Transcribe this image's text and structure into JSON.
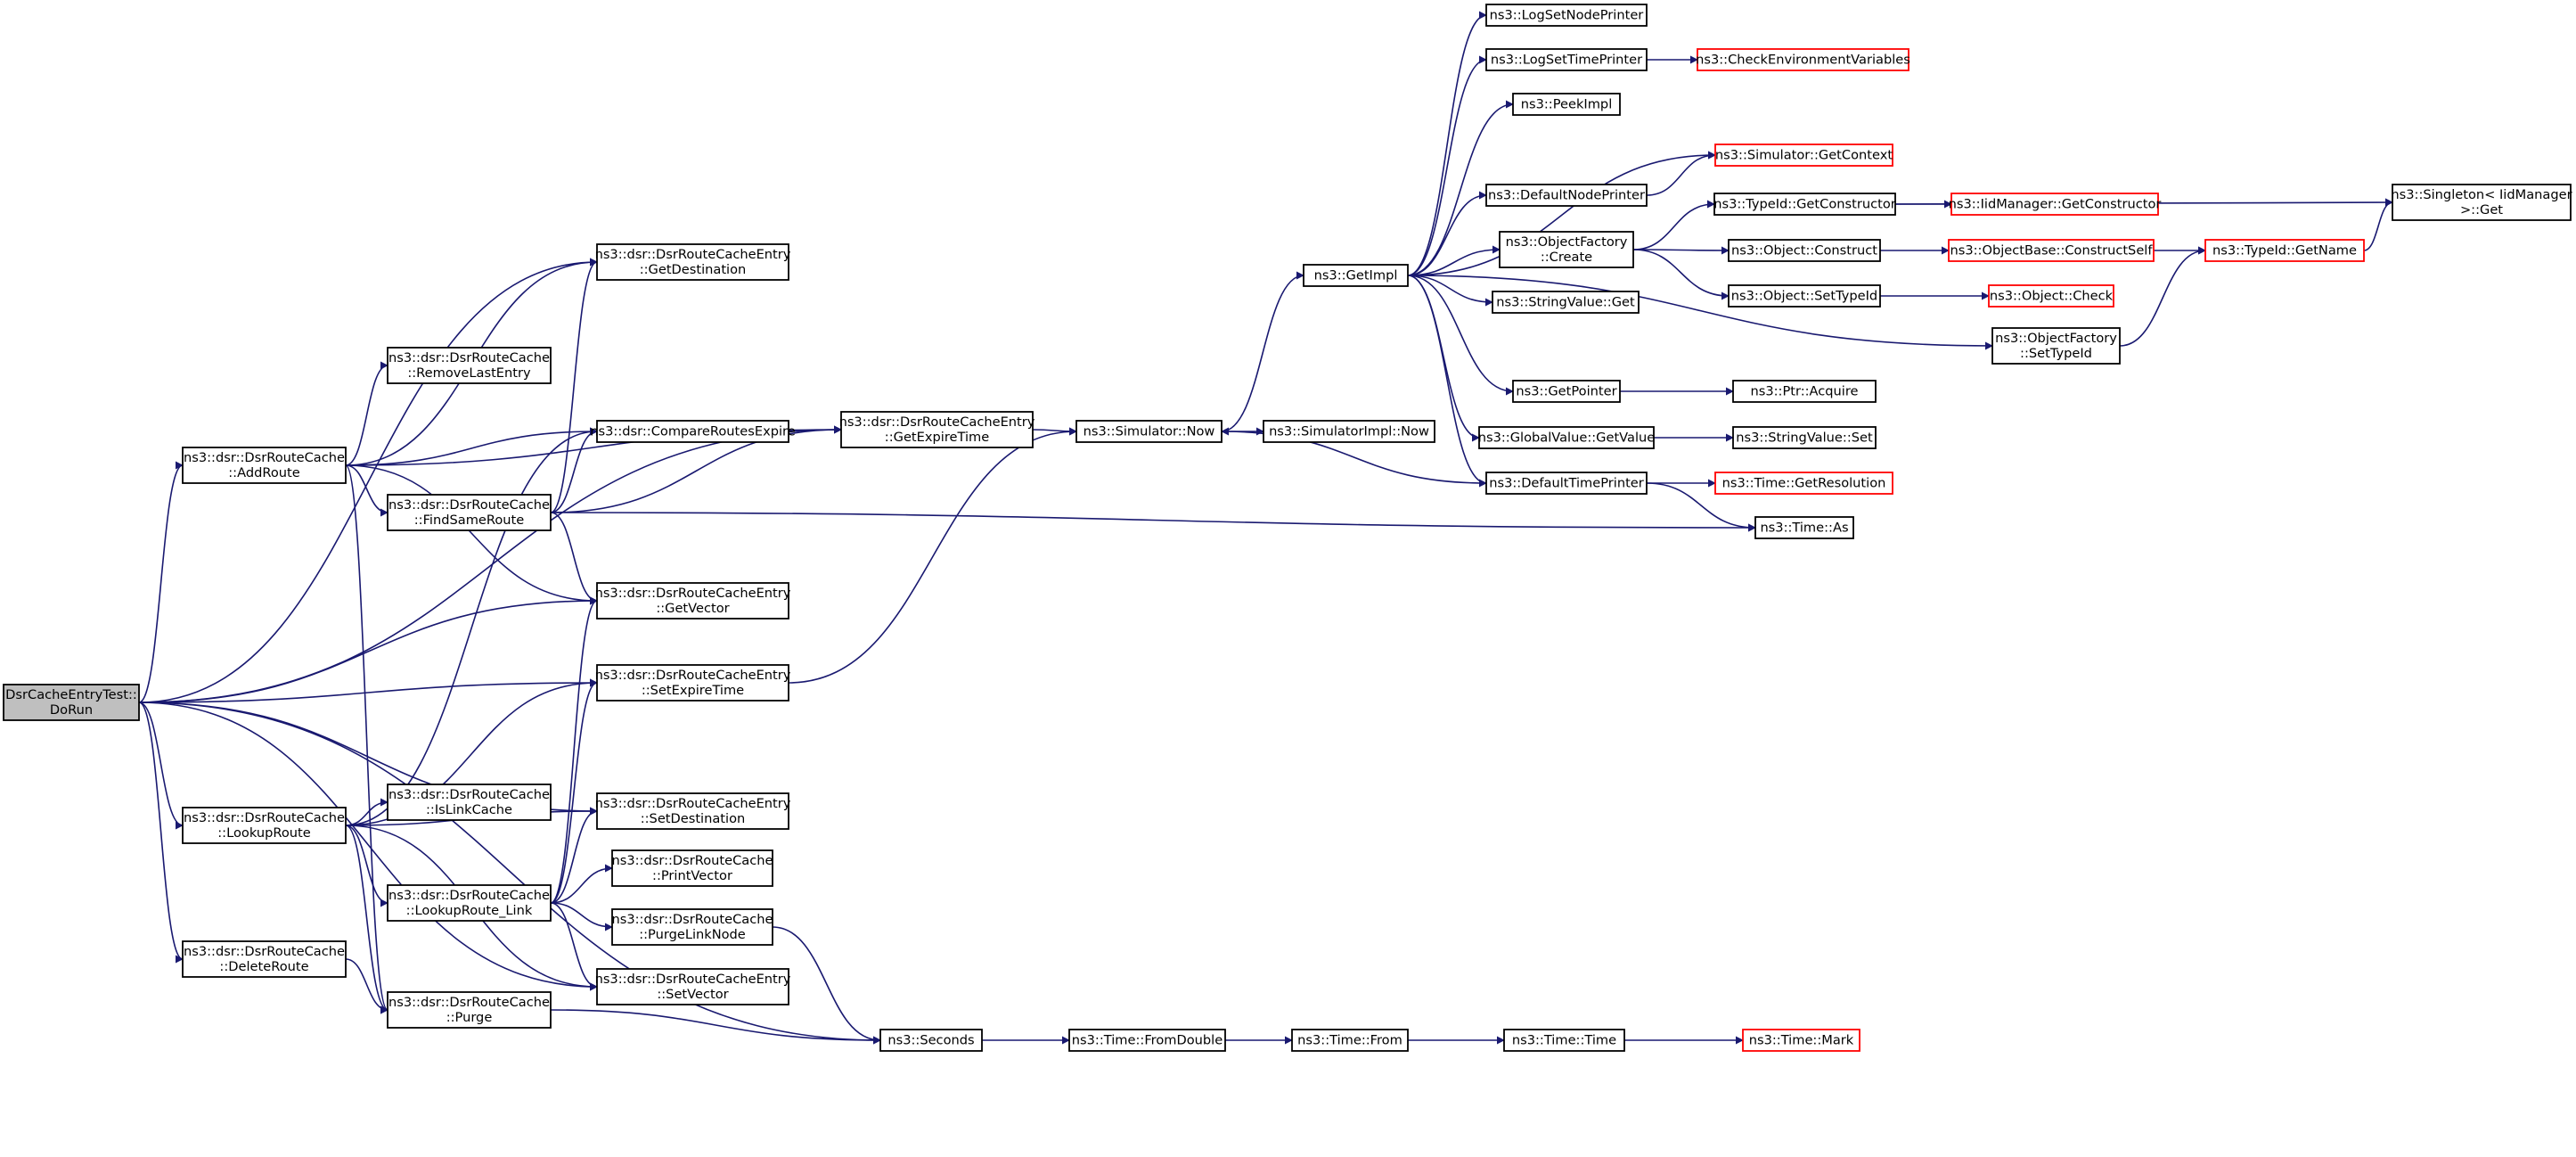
{
  "colors": {
    "edge": "#191970",
    "node_border": "#000000",
    "truncated_node_border": "#ff0000",
    "root_fill": "#bfbfbf"
  },
  "nodes": [
    {
      "id": "dorun",
      "lines": [
        "DsrCacheEntryTest::",
        "DoRun"
      ],
      "root": true
    },
    {
      "id": "addroute",
      "lines": [
        "ns3::dsr::DsrRouteCache",
        "::AddRoute"
      ]
    },
    {
      "id": "lookuproute",
      "lines": [
        "ns3::dsr::DsrRouteCache",
        "::LookupRoute"
      ]
    },
    {
      "id": "deleteroute",
      "lines": [
        "ns3::dsr::DsrRouteCache",
        "::DeleteRoute"
      ]
    },
    {
      "id": "removelastentry",
      "lines": [
        "ns3::dsr::DsrRouteCache",
        "::RemoveLastEntry"
      ]
    },
    {
      "id": "findsameroute",
      "lines": [
        "ns3::dsr::DsrRouteCache",
        "::FindSameRoute"
      ]
    },
    {
      "id": "islinkcache",
      "lines": [
        "ns3::dsr::DsrRouteCache",
        "::IsLinkCache"
      ]
    },
    {
      "id": "lookuproute_link",
      "lines": [
        "ns3::dsr::DsrRouteCache",
        "::LookupRoute_Link"
      ]
    },
    {
      "id": "purge",
      "lines": [
        "ns3::dsr::DsrRouteCache",
        "::Purge"
      ]
    },
    {
      "id": "getdestination",
      "lines": [
        "ns3::dsr::DsrRouteCacheEntry",
        "::GetDestination"
      ]
    },
    {
      "id": "compareroutesexpire",
      "lines": [
        "ns3::dsr::CompareRoutesExpire"
      ]
    },
    {
      "id": "getvector",
      "lines": [
        "ns3::dsr::DsrRouteCacheEntry",
        "::GetVector"
      ]
    },
    {
      "id": "setexpiretime",
      "lines": [
        "ns3::dsr::DsrRouteCacheEntry",
        "::SetExpireTime"
      ]
    },
    {
      "id": "setdestination",
      "lines": [
        "ns3::dsr::DsrRouteCacheEntry",
        "::SetDestination"
      ]
    },
    {
      "id": "printvector",
      "lines": [
        "ns3::dsr::DsrRouteCache",
        "::PrintVector"
      ]
    },
    {
      "id": "purgelinknode",
      "lines": [
        "ns3::dsr::DsrRouteCache",
        "::PurgeLinkNode"
      ]
    },
    {
      "id": "setvector",
      "lines": [
        "ns3::dsr::DsrRouteCacheEntry",
        "::SetVector"
      ]
    },
    {
      "id": "getexpiretime",
      "lines": [
        "ns3::dsr::DsrRouteCacheEntry",
        "::GetExpireTime"
      ]
    },
    {
      "id": "seconds",
      "lines": [
        "ns3::Seconds"
      ]
    },
    {
      "id": "simnow",
      "lines": [
        "ns3::Simulator::Now"
      ]
    },
    {
      "id": "simimplnow",
      "lines": [
        "ns3::SimulatorImpl::Now"
      ]
    },
    {
      "id": "fromdouble",
      "lines": [
        "ns3::Time::FromDouble"
      ]
    },
    {
      "id": "timefrom",
      "lines": [
        "ns3::Time::From"
      ]
    },
    {
      "id": "timetime",
      "lines": [
        "ns3::Time::Time"
      ]
    },
    {
      "id": "timemark",
      "lines": [
        "ns3::Time::Mark"
      ],
      "truncated": true
    },
    {
      "id": "getimpl",
      "lines": [
        "ns3::GetImpl"
      ]
    },
    {
      "id": "logsetnodeprinter",
      "lines": [
        "ns3::LogSetNodePrinter"
      ]
    },
    {
      "id": "logsettimeprinter",
      "lines": [
        "ns3::LogSetTimePrinter"
      ]
    },
    {
      "id": "checkenv",
      "lines": [
        "ns3::CheckEnvironmentVariables"
      ],
      "truncated": true
    },
    {
      "id": "peekimpl",
      "lines": [
        "ns3::PeekImpl"
      ]
    },
    {
      "id": "simgetcontext",
      "lines": [
        "ns3::Simulator::GetContext"
      ],
      "truncated": true
    },
    {
      "id": "defaultnodeprinter",
      "lines": [
        "ns3::DefaultNodePrinter"
      ]
    },
    {
      "id": "objfactorycreate",
      "lines": [
        "ns3::ObjectFactory",
        "::Create"
      ]
    },
    {
      "id": "stringvalueget",
      "lines": [
        "ns3::StringValue::Get"
      ]
    },
    {
      "id": "typeidgetconstructor",
      "lines": [
        "ns3::TypeId::GetConstructor"
      ]
    },
    {
      "id": "iidgetconstructor",
      "lines": [
        "ns3::IidManager::GetConstructor"
      ],
      "truncated": true
    },
    {
      "id": "objectconstruct",
      "lines": [
        "ns3::Object::Construct"
      ]
    },
    {
      "id": "constructself",
      "lines": [
        "ns3::ObjectBase::ConstructSelf"
      ],
      "truncated": true
    },
    {
      "id": "typeidgetname",
      "lines": [
        "ns3::TypeId::GetName"
      ],
      "truncated": true
    },
    {
      "id": "singletonget",
      "lines": [
        "ns3::Singleton< IidManager",
        ">::Get"
      ]
    },
    {
      "id": "objectsettypeid",
      "lines": [
        "ns3::Object::SetTypeId"
      ]
    },
    {
      "id": "objectcheck",
      "lines": [
        "ns3::Object::Check"
      ],
      "truncated": true
    },
    {
      "id": "objfactorysettypeid",
      "lines": [
        "ns3::ObjectFactory",
        "::SetTypeId"
      ]
    },
    {
      "id": "getpointer",
      "lines": [
        "ns3::GetPointer"
      ]
    },
    {
      "id": "ptracquire",
      "lines": [
        "ns3::Ptr::Acquire"
      ]
    },
    {
      "id": "globalvaluegetvalue",
      "lines": [
        "ns3::GlobalValue::GetValue"
      ]
    },
    {
      "id": "stringvalueset",
      "lines": [
        "ns3::StringValue::Set"
      ]
    },
    {
      "id": "defaulttimeprinter",
      "lines": [
        "ns3::DefaultTimePrinter"
      ]
    },
    {
      "id": "timegetresolution",
      "lines": [
        "ns3::Time::GetResolution"
      ],
      "truncated": true
    },
    {
      "id": "timeas",
      "lines": [
        "ns3::Time::As"
      ]
    }
  ]
}
